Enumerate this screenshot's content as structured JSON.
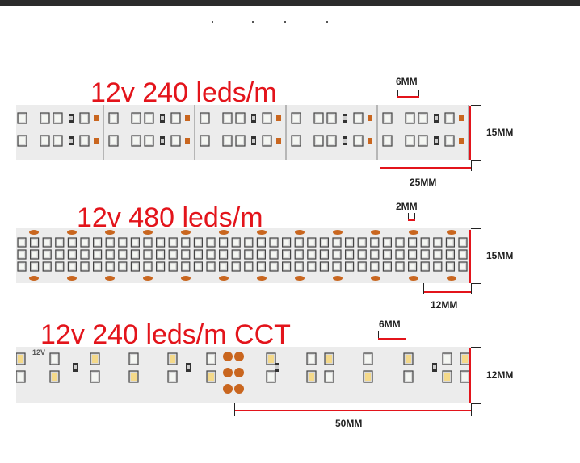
{
  "sections": [
    {
      "title": "12v 240 leds/m",
      "gap_label": "6MM",
      "width_label": "15MM",
      "pitch_label": "25MM"
    },
    {
      "title": "12v 480 leds/m",
      "gap_label": "2MM",
      "width_label": "15MM",
      "pitch_label": "12MM"
    },
    {
      "title": "12v 240 leds/m CCT",
      "gap_label": "6MM",
      "width_label": "12MM",
      "pitch_label": "50MM",
      "pcb_marking": "12V"
    }
  ],
  "colors": {
    "title_red": "#e3141b",
    "pcb": "#ececec",
    "copper_pad": "#c9661f",
    "led_cool": "#f4f6f2",
    "led_warm": "#f4d98a"
  }
}
